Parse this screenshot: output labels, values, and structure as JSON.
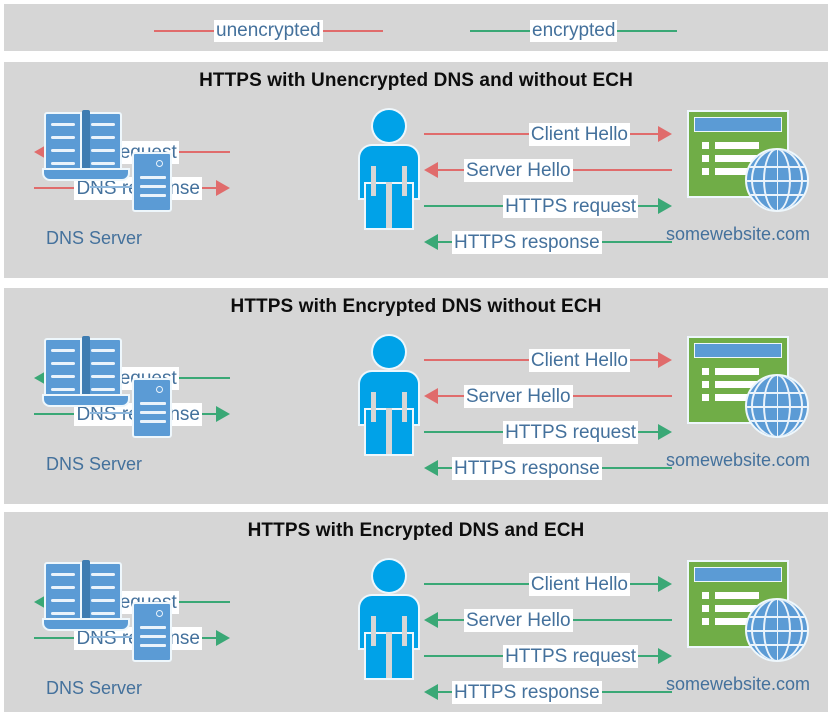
{
  "legend": {
    "items": [
      {
        "label": "unencrypted",
        "color": "#e06c6c",
        "icon": "line-segment-icon"
      },
      {
        "label": "encrypted",
        "color": "#3aa876",
        "icon": "line-segment-icon"
      }
    ]
  },
  "colors": {
    "panel_background": "#d6d6d6",
    "page_background": "#ffffff",
    "unencrypted": "#e06c6c",
    "encrypted": "#3aa876",
    "label_text": "#44719c",
    "title_text": "#0d0d0d",
    "person": "#00a2e8",
    "server_blue": "#5b9bd5",
    "website_green": "#70ad47"
  },
  "nodes": {
    "dns_server": "DNS Server",
    "website": "somewebsite.com"
  },
  "panels": [
    {
      "title": "HTTPS with Unencrypted DNS and without ECH",
      "left_flows": [
        {
          "label": "DNS request",
          "direction": "left",
          "encrypted": false
        },
        {
          "label": "DNS response",
          "direction": "right",
          "encrypted": false
        }
      ],
      "right_flows": [
        {
          "label": "Client Hello",
          "direction": "right",
          "encrypted": false
        },
        {
          "label": "Server Hello",
          "direction": "left",
          "encrypted": false
        },
        {
          "label": "HTTPS request",
          "direction": "right",
          "encrypted": true
        },
        {
          "label": "HTTPS response",
          "direction": "left",
          "encrypted": true
        }
      ]
    },
    {
      "title": "HTTPS with Encrypted DNS without ECH",
      "left_flows": [
        {
          "label": "DNS request",
          "direction": "left",
          "encrypted": true
        },
        {
          "label": "DNS response",
          "direction": "right",
          "encrypted": true
        }
      ],
      "right_flows": [
        {
          "label": "Client Hello",
          "direction": "right",
          "encrypted": false
        },
        {
          "label": "Server Hello",
          "direction": "left",
          "encrypted": false
        },
        {
          "label": "HTTPS request",
          "direction": "right",
          "encrypted": true
        },
        {
          "label": "HTTPS response",
          "direction": "left",
          "encrypted": true
        }
      ]
    },
    {
      "title": "HTTPS with Encrypted DNS and ECH",
      "left_flows": [
        {
          "label": "DNS request",
          "direction": "left",
          "encrypted": true
        },
        {
          "label": "DNS response",
          "direction": "right",
          "encrypted": true
        }
      ],
      "right_flows": [
        {
          "label": "Client Hello",
          "direction": "right",
          "encrypted": true
        },
        {
          "label": "Server Hello",
          "direction": "left",
          "encrypted": true
        },
        {
          "label": "HTTPS request",
          "direction": "right",
          "encrypted": true
        },
        {
          "label": "HTTPS response",
          "direction": "left",
          "encrypted": true
        }
      ]
    }
  ]
}
